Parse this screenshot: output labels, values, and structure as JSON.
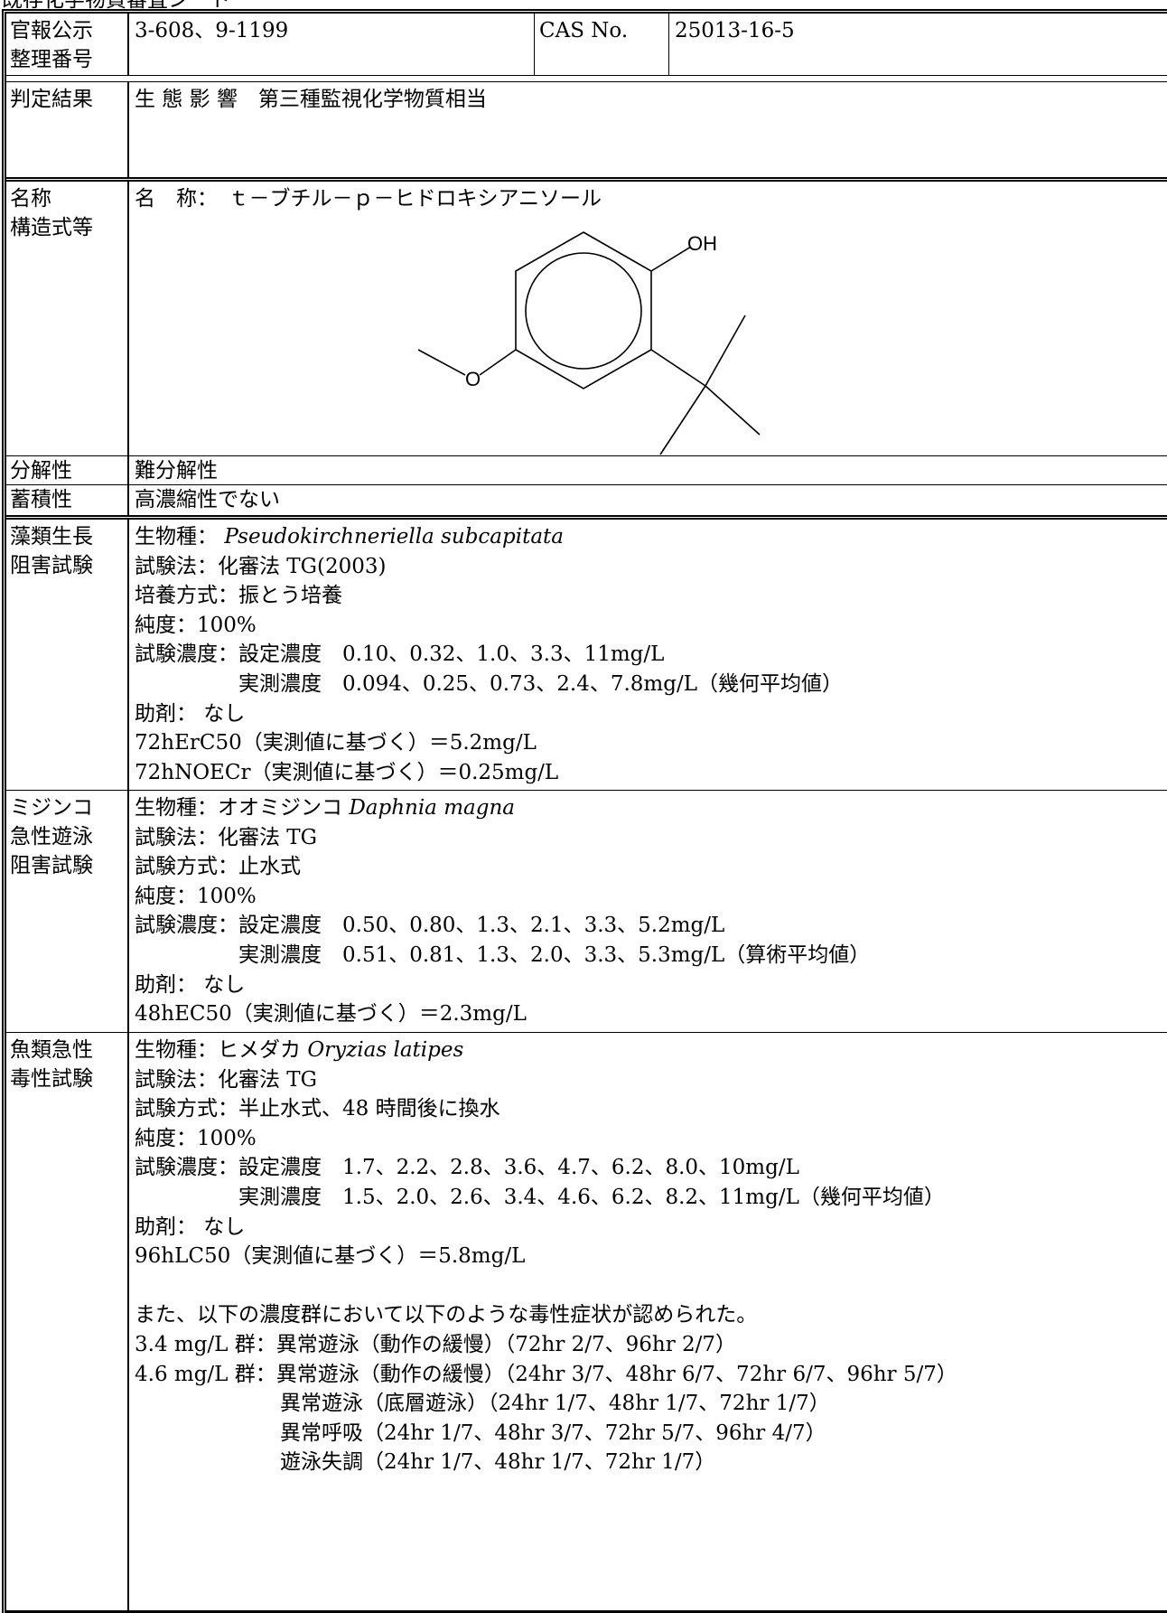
{
  "header_cut": "既存化学物質審査シート",
  "ids": {
    "label": [
      "官報公示",
      "整理番号"
    ],
    "numbers": "3-608、9-1199",
    "cas_label": "CAS No.",
    "cas_value": "25013-16-5"
  },
  "judgement": {
    "label": "判定結果",
    "value": "生 態 影 響　第三種監視化学物質相当"
  },
  "name": {
    "label": [
      "名称",
      "構造式等"
    ],
    "value": "名　称：　ｔ－ブチル－ｐ－ヒドロキシアニソール",
    "atom_oh": "OH",
    "atom_o": "O"
  },
  "degradation": {
    "label": "分解性",
    "value": "難分解性"
  },
  "accumulation": {
    "label": "蓄積性",
    "value": "高濃縮性でない"
  },
  "algae": {
    "label": [
      "藻類生長",
      "阻害試験"
    ],
    "species_prefix": "生物種：",
    "species_italic": "Pseudokirchneriella subcapitata",
    "lines": [
      "試験法：化審法 TG(2003)",
      "培養方式：振とう培養",
      "純度：100%",
      "試験濃度：設定濃度　0.10、0.32、1.0、3.3、11mg/L",
      "　　　　　実測濃度　0.094、0.25、0.73、2.4、7.8mg/L（幾何平均値）",
      "助剤： なし",
      "72hErC50（実測値に基づく）＝5.2mg/L",
      "72hNOECr（実測値に基づく）＝0.25mg/L"
    ]
  },
  "daphnia": {
    "label": [
      "ミジンコ",
      "急性遊泳",
      "阻害試験"
    ],
    "species_prefix": "生物種：オオミジンコ",
    "species_italic": "Daphnia magna",
    "lines": [
      "試験法：化審法 TG",
      "試験方式：止水式",
      "純度：100%",
      "試験濃度：設定濃度　0.50、0.80、1.3、2.1、3.3、5.2mg/L",
      "　　　　　実測濃度　0.51、0.81、1.3、2.0、3.3、5.3mg/L（算術平均値）",
      "助剤： なし",
      "48hEC50（実測値に基づく）＝2.3mg/L"
    ]
  },
  "fish": {
    "label": [
      "魚類急性",
      "毒性試験"
    ],
    "species_prefix": "生物種：ヒメダカ",
    "species_italic": "Oryzias latipes",
    "lines": [
      "試験法：化審法 TG",
      "試験方式：半止水式、48 時間後に換水",
      "純度：100%",
      "試験濃度：設定濃度　1.7、2.2、2.8、3.6、4.7、6.2、8.0、10mg/L",
      "　　　　　実測濃度　1.5、2.0、2.6、3.4、4.6、6.2、8.2、11mg/L（幾何平均値）",
      "助剤： なし",
      "96hLC50（実測値に基づく）＝5.8mg/L",
      "",
      "また、以下の濃度群において以下のような毒性症状が認められた。",
      "3.4 mg/L 群：異常遊泳（動作の緩慢）（72hr 2/7、96hr 2/7）",
      "4.6 mg/L 群：異常遊泳（動作の緩慢）（24hr 3/7、48hr 6/7、72hr 6/7、96hr 5/7）",
      "　　　　　　　異常遊泳（底層遊泳）（24hr 1/7、48hr 1/7、72hr 1/7）",
      "　　　　　　　異常呼吸（24hr 1/7、48hr 3/7、72hr 5/7、96hr 4/7）",
      "　　　　　　　遊泳失調（24hr 1/7、48hr 1/7、72hr 1/7）"
    ]
  }
}
